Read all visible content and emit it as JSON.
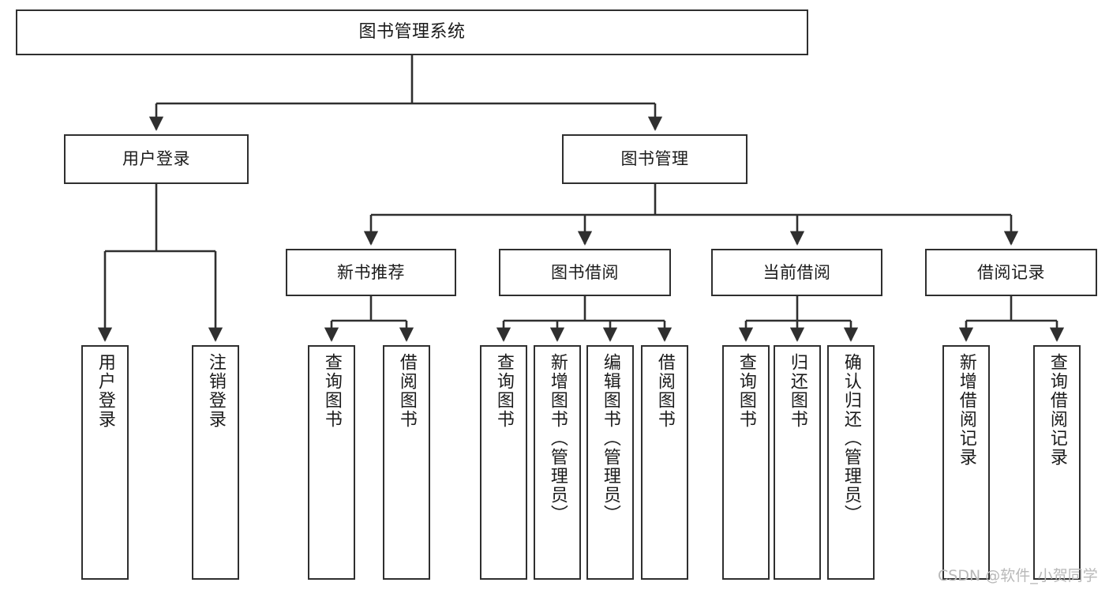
{
  "diagram": {
    "title": "图书管理系统",
    "type": "tree-hierarchy-diagram",
    "colors": {
      "box_border": "#2f2f2f",
      "box_fill": "#ffffff",
      "connector": "#2f2f2f",
      "text": "#1b1b1b",
      "watermark": "#b9b9b9",
      "background": "#ffffff"
    },
    "root": {
      "label": "图书管理系统"
    },
    "level1": [
      {
        "label": "用户登录"
      },
      {
        "label": "图书管理"
      }
    ],
    "level2": [
      {
        "label": "新书推荐"
      },
      {
        "label": "图书借阅"
      },
      {
        "label": "当前借阅"
      },
      {
        "label": "借阅记录"
      }
    ],
    "leaves": {
      "user_login": [
        {
          "label": "用户登录"
        },
        {
          "label": "注销登录"
        }
      ],
      "new_book_recommend": [
        {
          "label": "查询图书"
        },
        {
          "label": "借阅图书"
        }
      ],
      "book_borrow": [
        {
          "label": "查询图书"
        },
        {
          "label": "新增图书（管理员）"
        },
        {
          "label": "编辑图书（管理员）"
        },
        {
          "label": "借阅图书"
        }
      ],
      "current_borrow": [
        {
          "label": "查询图书"
        },
        {
          "label": "归还图书"
        },
        {
          "label": "确认归还（管理员）"
        }
      ],
      "borrow_record": [
        {
          "label": "新增借阅记录"
        },
        {
          "label": "查询借阅记录"
        }
      ]
    },
    "watermark": "CSDN @软件_小贺同学"
  }
}
